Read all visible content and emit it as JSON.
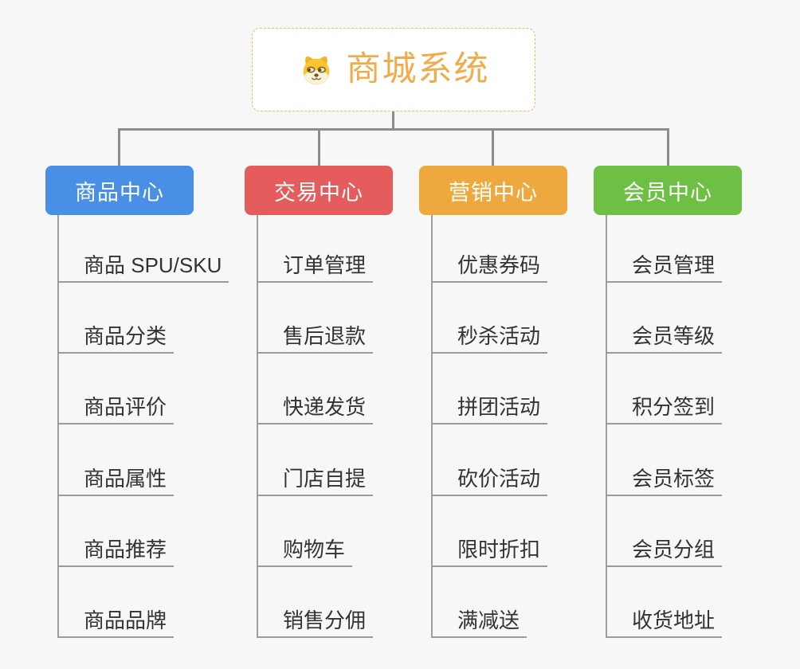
{
  "canvas": {
    "background": "#f7f7f7",
    "connector_color": "#8c8c8c",
    "branch_line_color": "#9b9b9b",
    "leaf_text_color": "#333333"
  },
  "root": {
    "label": "商城系统",
    "icon": "dog-face",
    "text_color": "#f0ac4b",
    "border_color": "#f0ba62",
    "background": "#ffffff"
  },
  "branches": [
    {
      "label": "商品中心",
      "color": "#4a8fe6",
      "items": [
        "商品 SPU/SKU",
        "商品分类",
        "商品评价",
        "商品属性",
        "商品推荐",
        "商品品牌"
      ]
    },
    {
      "label": "交易中心",
      "color": "#e45c5c",
      "items": [
        "订单管理",
        "售后退款",
        "快递发货",
        "门店自提",
        "购物车",
        "销售分佣"
      ]
    },
    {
      "label": "营销中心",
      "color": "#eda93d",
      "items": [
        "优惠券码",
        "秒杀活动",
        "拼团活动",
        "砍价活动",
        "限时折扣",
        "满减送"
      ]
    },
    {
      "label": "会员中心",
      "color": "#6dc044",
      "items": [
        "会员管理",
        "会员等级",
        "积分签到",
        "会员标签",
        "会员分组",
        "收货地址"
      ]
    }
  ]
}
